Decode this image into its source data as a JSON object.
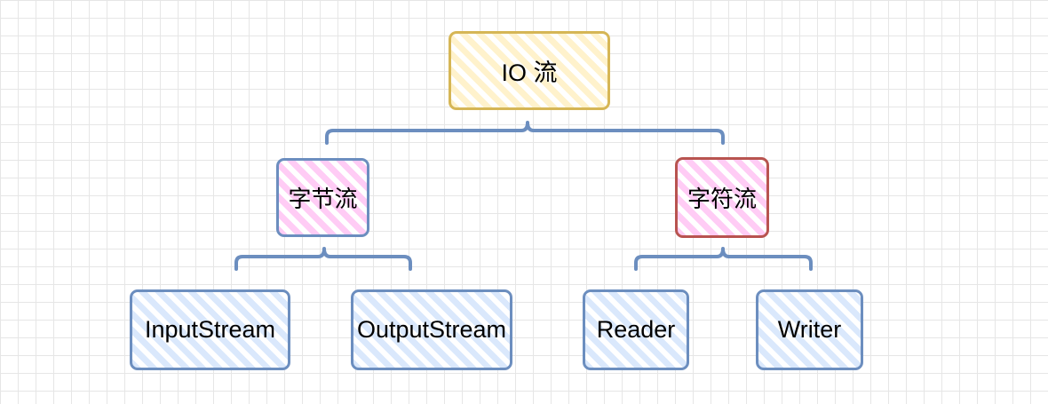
{
  "diagram": {
    "root": {
      "label": "IO 流"
    },
    "byte_stream": {
      "label": "字节流"
    },
    "char_stream": {
      "label": "字符流"
    },
    "leaves": {
      "input_stream": "InputStream",
      "output_stream": "OutputStream",
      "reader": "Reader",
      "writer": "Writer"
    }
  },
  "colors": {
    "grid": "#e6e6e6",
    "root_fill": "#fff2cc",
    "root_border": "#d6b656",
    "category_fill": "#ffccf5",
    "byte_border": "#6c8ebf",
    "char_border": "#b85450",
    "leaf_fill": "#dae8fc",
    "leaf_border": "#6c8ebf",
    "connector": "#6c8ebf"
  }
}
